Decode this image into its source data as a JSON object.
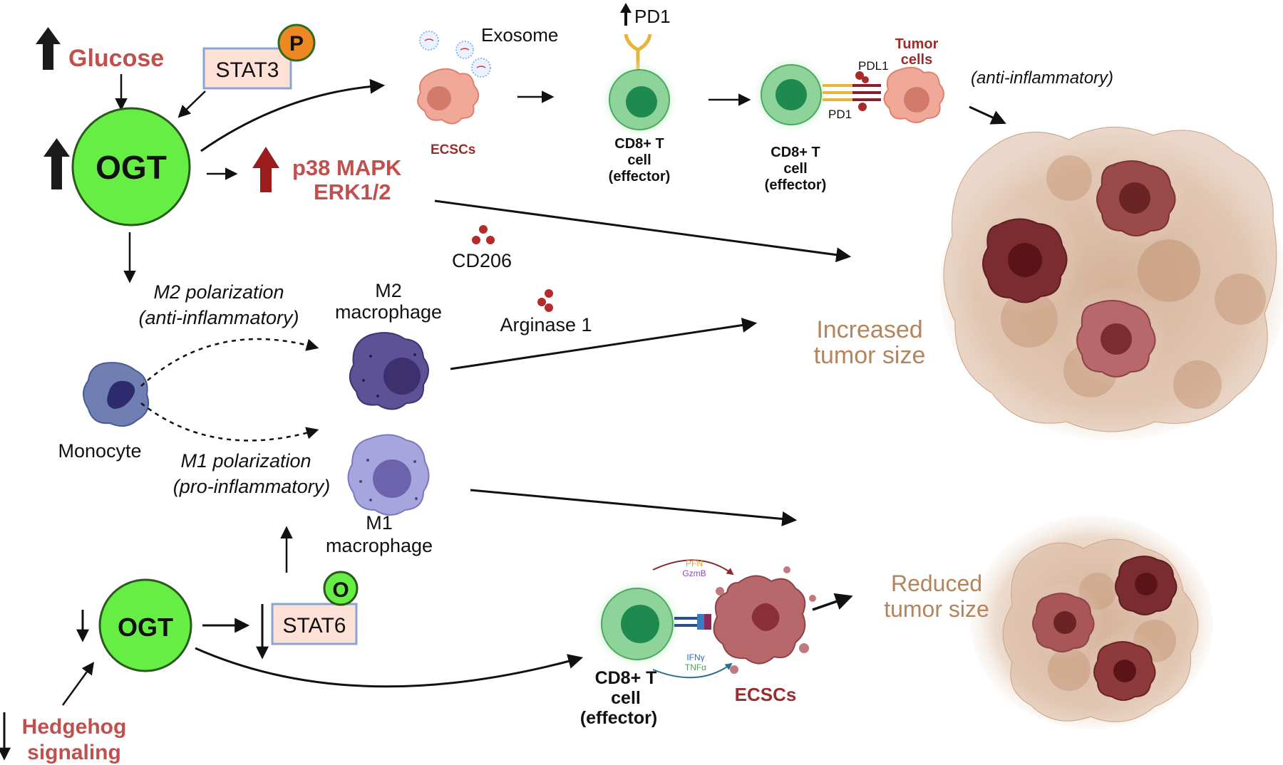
{
  "labels": {
    "glucose": "Glucose",
    "stat3": "STAT3",
    "p_badge": "P",
    "ogt_top": "OGT",
    "exosome": "Exosome",
    "ecscs_top": "ECSCs",
    "pd1_top": "PD1",
    "cd8_a": [
      "CD8+ T",
      "cell",
      "(effector)"
    ],
    "cd8_b": [
      "CD8+ T",
      "cell",
      "(effector)"
    ],
    "pdl1": "PDL1",
    "pd1_synapse": "PD1",
    "tumor_cells": [
      "Tumor",
      "cells"
    ],
    "anti_inflammatory_right": "(anti-inflammatory)",
    "p38": [
      "p38 MAPK",
      "ERK1/2"
    ],
    "cd206": "CD206",
    "m2_polarization": [
      "M2 polarization",
      "(anti-inflammatory)"
    ],
    "m2_macrophage": [
      "M2",
      "macrophage"
    ],
    "arginase": "Arginase 1",
    "monocyte": "Monocyte",
    "m1_polarization": [
      "M1 polarization",
      "(pro-inflammatory)"
    ],
    "m1_macrophage": [
      "M1",
      "macrophage"
    ],
    "increased": [
      "Increased",
      "tumor size"
    ],
    "ogt_bottom": "OGT",
    "stat6": "STAT6",
    "o_badge": "O",
    "hedgehog": [
      "Hedgehog",
      "signaling"
    ],
    "pfn": "PFN",
    "gzmb": "GzmB",
    "ifng": "IFNγ",
    "tnfa": "TNFα",
    "cd8_c": [
      "CD8+ T",
      "cell",
      "(effector)"
    ],
    "ecscs_bottom": "ECSCs",
    "reduced": [
      "Reduced",
      "tumor size"
    ]
  },
  "colors": {
    "accent_red": "#c0504d",
    "dark_red": "#9b2c2c",
    "ogt_green": "#66ee44",
    "tan_text": "#b5845a",
    "stat3_box": "#fde0d6",
    "box_border": "#8aa5d4",
    "p_orange": "#ee8822"
  }
}
